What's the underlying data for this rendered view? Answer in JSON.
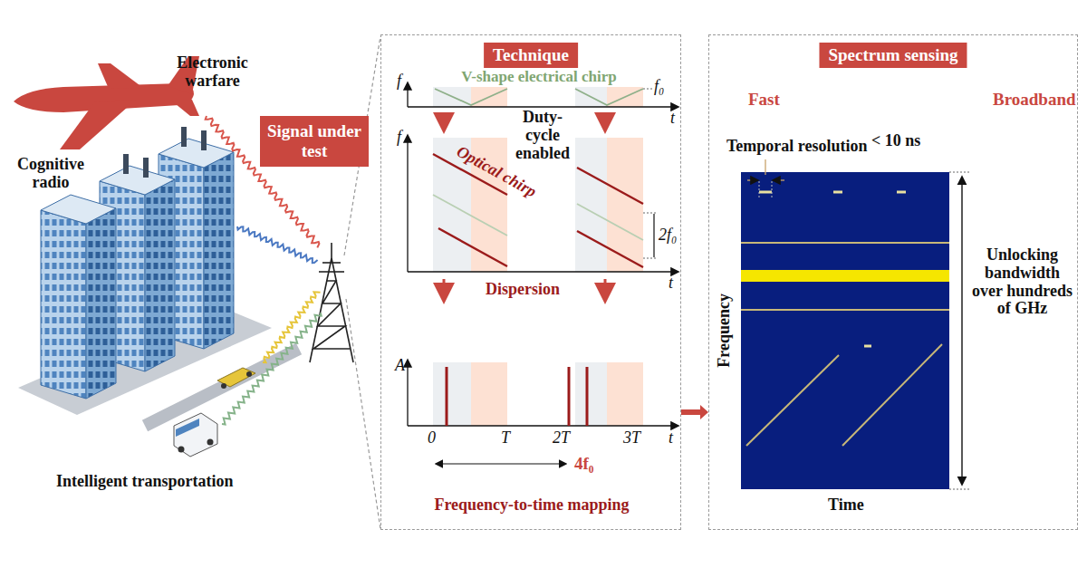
{
  "diagram": {
    "nodes": [
      {
        "text": [
          "Signal under test"
        ]
      },
      {
        "text": [
          "Technique"
        ]
      },
      {
        "text": [
          "Spectrum sensing"
        ]
      }
    ],
    "edges": [
      {
        "from": 1,
        "to": 2,
        "arrow": "to"
      }
    ],
    "labels": [
      "Electronic warfare",
      "Cognitive radio",
      "Intelligent transportation",
      "V-shape electrical chirp",
      "f",
      "t",
      "f₀",
      "Duty-cycle enabled",
      "f",
      "t",
      "Optical chirp",
      "2f₀",
      "Dispersion",
      "A",
      "t",
      "0",
      "T",
      "2T",
      "3T",
      "4f₀",
      "Frequency-to-time mapping",
      "Fast",
      "Broadband",
      "Temporal resolution",
      "< 10 ns",
      "Unlocking bandwidth over hundreds of GHz",
      "Frequency",
      "Time"
    ]
  }
}
